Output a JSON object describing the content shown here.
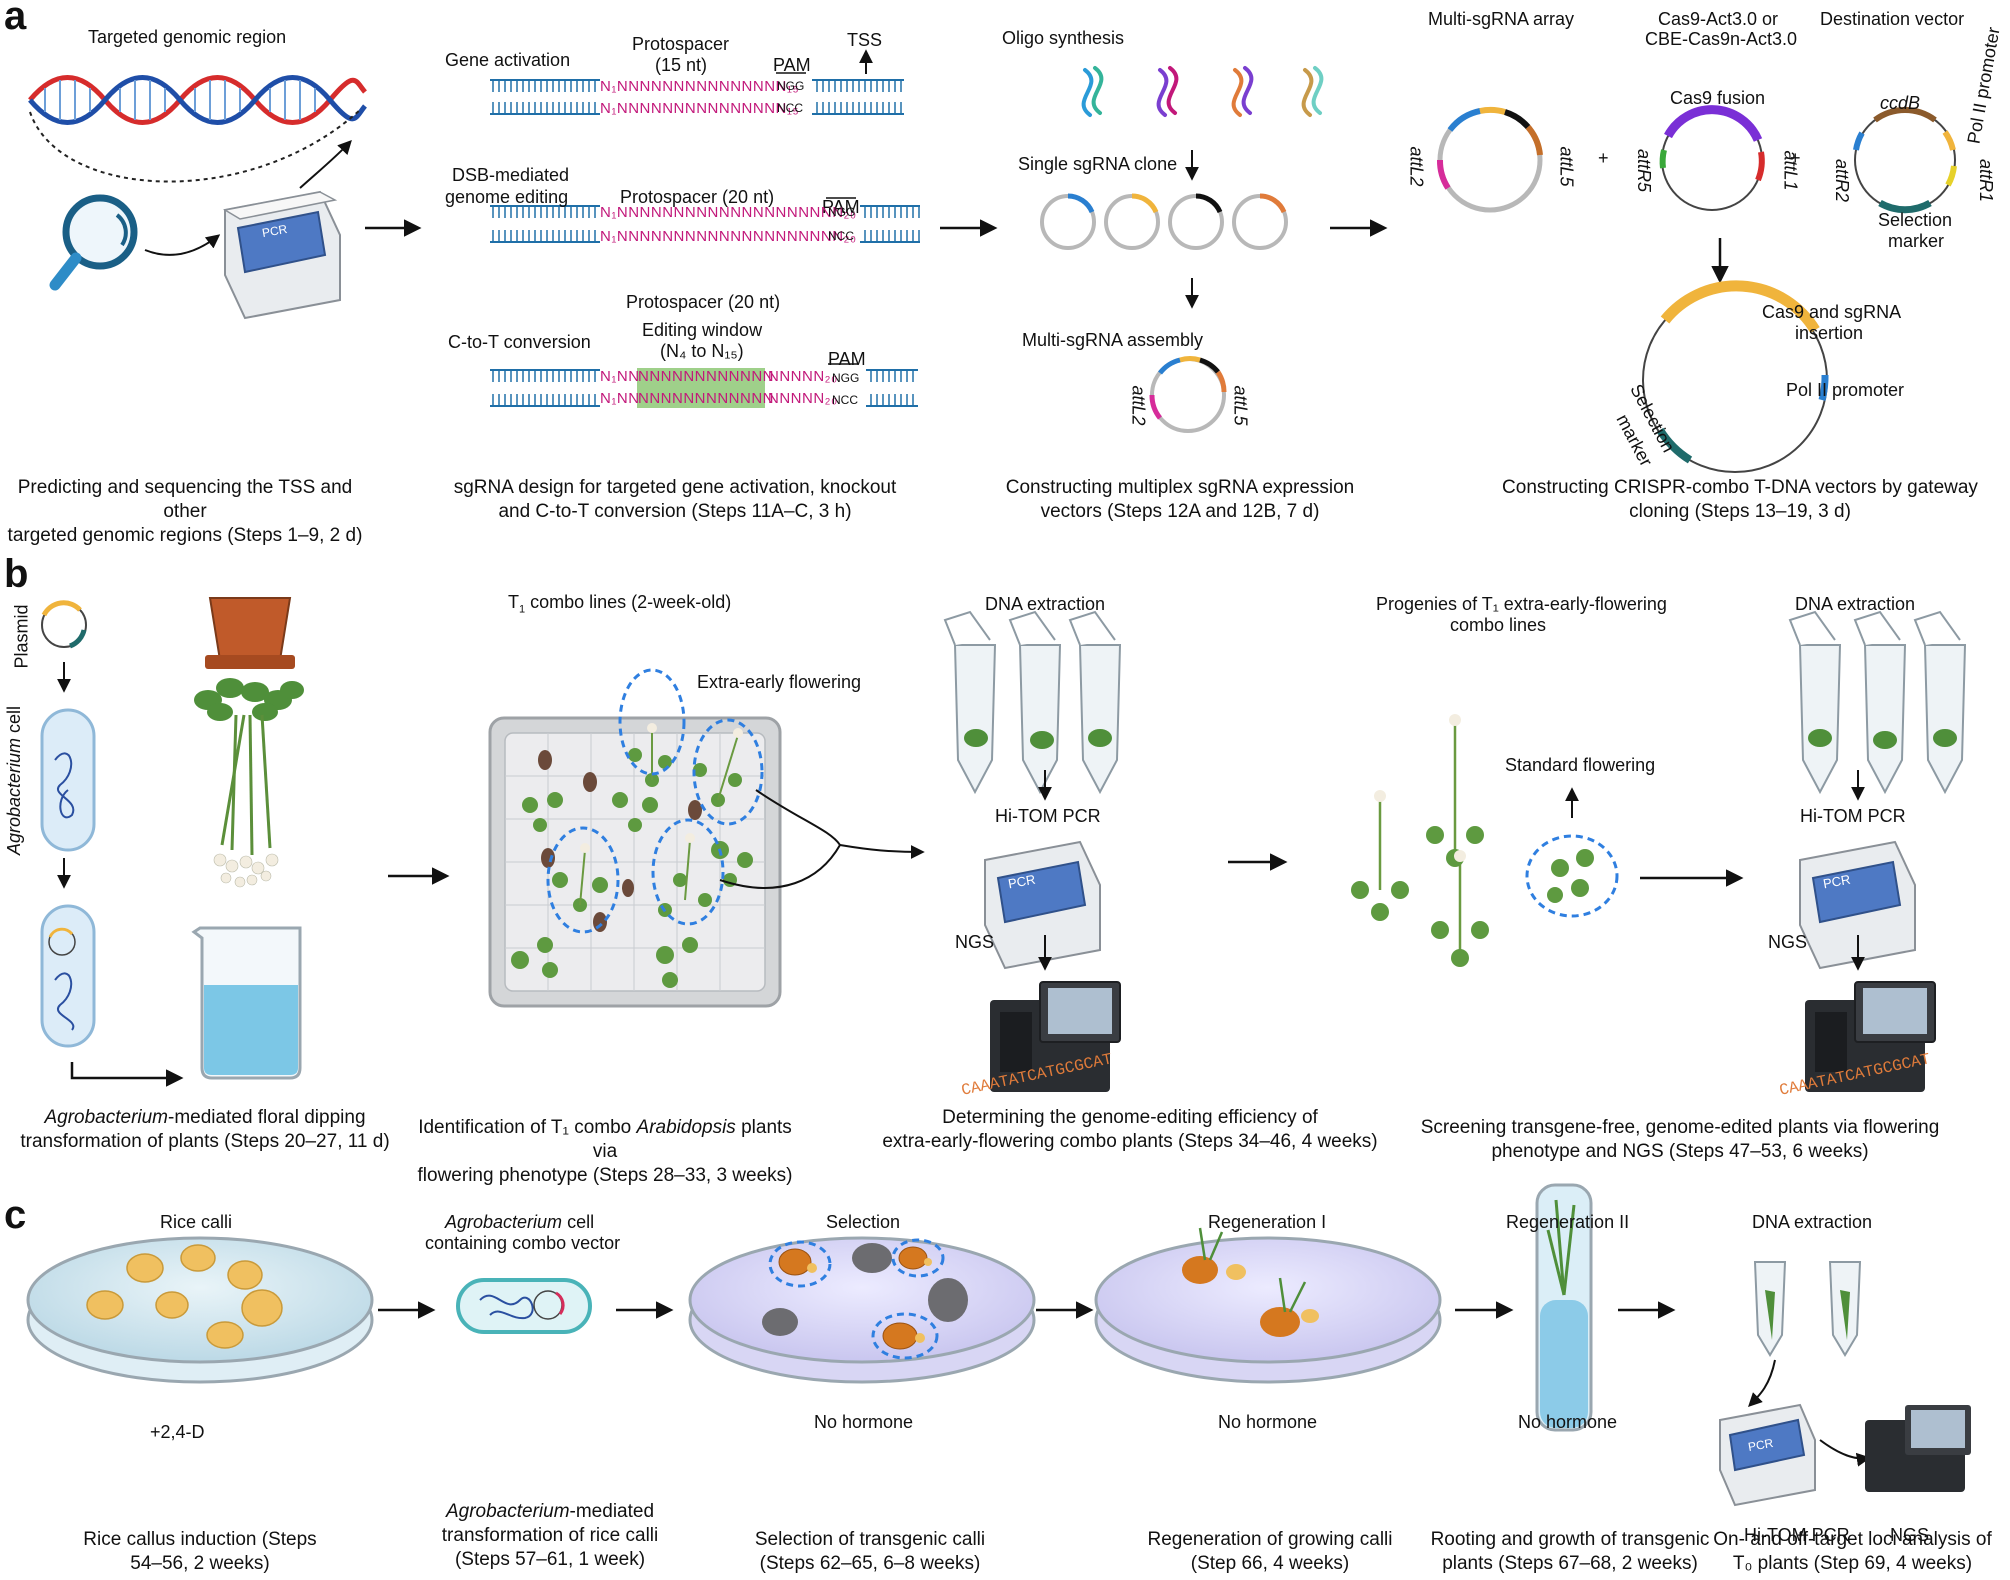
{
  "panels": {
    "a": "a",
    "b": "b",
    "c": "c"
  },
  "panel_a": {
    "targeted_region": "Targeted genomic region",
    "pcr": "PCR",
    "gene_activation": "Gene activation",
    "protospacer15": "Protospacer",
    "protospacer15_sub": "(15 nt)",
    "pam": "PAM",
    "tss": "TSS",
    "seq15_top": "N₁NNNNNNNNNNNNNNN₁₅",
    "seq15_bot": "N₁NNNNNNNNNNNNNNN₁₅",
    "ngg": "NGG",
    "ncc": "NCC",
    "dsb1": "DSB-mediated",
    "dsb2": "genome editing",
    "protospacer20": "Protospacer (20 nt)",
    "seq20_top": "N₁NNNNNNNNNNNNNNNNNNNN₂₀",
    "seq20_bot": "N₁NNNNNNNNNNNNNNNNNNNN₂₀",
    "ctot": "C-to-T conversion",
    "protospacer20b": "Protospacer (20 nt)",
    "editing_window": "Editing window",
    "editing_window_sub": "(N₄ to N₁₅)",
    "seqct_left": "N₁NN",
    "seqct_mid": "NNNNNNNNNNNN",
    "seqct_right": "NNNNN₂₀",
    "oligo": "Oligo synthesis",
    "single_clone": "Single sgRNA clone",
    "multi_assembly": "Multi-sgRNA assembly",
    "attL2": "attL2",
    "attL5": "attL5",
    "multi_array": "Multi-sgRNA array",
    "cas9_act1": "Cas9-Act3.0 or",
    "cas9_act2": "CBE-Cas9n-Act3.0",
    "dest_vector": "Destination vector",
    "cas9_fusion": "Cas9 fusion",
    "attR5": "attR5",
    "attL1": "attL1",
    "ccdB": "ccdB",
    "pol2_promoter_rot": "Pol II promoter",
    "attR2": "attR2",
    "attR1": "attR1",
    "selection_marker1": "Selection",
    "selection_marker2": "marker",
    "plus": "+",
    "cas9_sgrna1": "Cas9 and sgRNA",
    "cas9_sgrna2": "insertion",
    "pol2_promoter": "Pol II promoter",
    "sel_rot1": "Selection",
    "sel_rot2": "marker",
    "cap1_l1": "Predicting and sequencing the TSS and other",
    "cap1_l2": "targeted genomic regions (Steps 1–9, 2 d)",
    "cap2_l1": "sgRNA design for targeted gene activation, knockout",
    "cap2_l2": "and C-to-T conversion (Steps 11A–C, 3 h)",
    "cap3_l1": "Constructing multiplex sgRNA expression",
    "cap3_l2": "vectors (Steps 12A and 12B, 7 d)",
    "cap4_l1": "Constructing CRISPR-combo T-DNA vectors by gateway",
    "cap4_l2": "cloning (Steps 13–19, 3 d)"
  },
  "panel_b": {
    "plasmid": "Plasmid",
    "agro_cell_it": "Agrobacterium",
    "agro_cell": " cell",
    "t1_lines_pre": "T",
    "t1_lines_sub": "1",
    "t1_lines_post": " combo lines (2-week-old)",
    "extra_early": "Extra-early flowering",
    "dna_extraction1": "DNA extraction",
    "hitom1": "Hi-TOM PCR",
    "pcr1": "PCR",
    "ngs1": "NGS",
    "progenies_l1": "Progenies of T₁ extra-early-flowering",
    "progenies_l2": "combo lines",
    "standard_flowering": "Standard flowering",
    "dna_extraction2": "DNA extraction",
    "hitom2": "Hi-TOM PCR",
    "pcr2": "PCR",
    "ngs2": "NGS",
    "seq_text": "CAAATATCATGCGCAT",
    "cap1_l1_it": "Agrobacterium",
    "cap1_l1": "-mediated floral dipping",
    "cap1_l2": "transformation of plants (Steps 20–27, 11 d)",
    "cap2_l1_pre": "Identification of T₁ combo ",
    "cap2_l1_it": "Arabidopsis",
    "cap2_l1_post": " plants via",
    "cap2_l2": "flowering phenotype (Steps 28–33, 3 weeks)",
    "cap3_l1": "Determining the genome-editing efficiency of",
    "cap3_l2": "extra-early-flowering combo plants (Steps 34–46, 4 weeks)",
    "cap4_l1": "Screening transgene-free, genome-edited plants via flowering",
    "cap4_l2": "phenotype and NGS (Steps 47–53, 6 weeks)"
  },
  "panel_c": {
    "rice_calli": "Rice calli",
    "agro_it": "Agrobacterium",
    "agro_l1": " cell",
    "agro_l2": "containing combo vector",
    "selection": "Selection",
    "regen1": "Regeneration I",
    "regen2": "Regeneration II",
    "dna_extraction": "DNA extraction",
    "d24": "+2,4-D",
    "no_hormone1": "No hormone",
    "no_hormone2": "No hormone",
    "no_hormone3": "No hormone",
    "hitom": "Hi-TOM PCR",
    "ngs": "NGS",
    "pcr": "PCR",
    "cap1_l1": "Rice callus induction (Steps",
    "cap1_l2": "54–56, 2 weeks)",
    "cap2_l1_it": "Agrobacterium",
    "cap2_l1": "-mediated",
    "cap2_l2": "transformation of rice calli",
    "cap2_l3": "(Steps 57–61, 1 week)",
    "cap3_l1": "Selection of transgenic calli",
    "cap3_l2": "(Steps 62–65, 6–8 weeks)",
    "cap4_l1": "Regeneration of growing calli",
    "cap4_l2": "(Step 66, 4 weeks)",
    "cap5_l1": "Rooting and growth of transgenic",
    "cap5_l2": "plants (Steps 67–68, 2 weeks)",
    "cap6_l1": "On- and off-target loci analysis of",
    "cap6_l2": "T₀ plants (Step 69, 4 weeks)"
  },
  "colors": {
    "dna_blue": "#1f6fa8",
    "seq_magenta": "#c2187a",
    "window_green": "#9fd08a",
    "gold": "#f0b43c",
    "purple": "#7a2fd6",
    "dashed_blue": "#2f7fe0",
    "leaf_green": "#4f8f3a",
    "pot": "#b5552a",
    "orange_text": "#e07b3a"
  }
}
